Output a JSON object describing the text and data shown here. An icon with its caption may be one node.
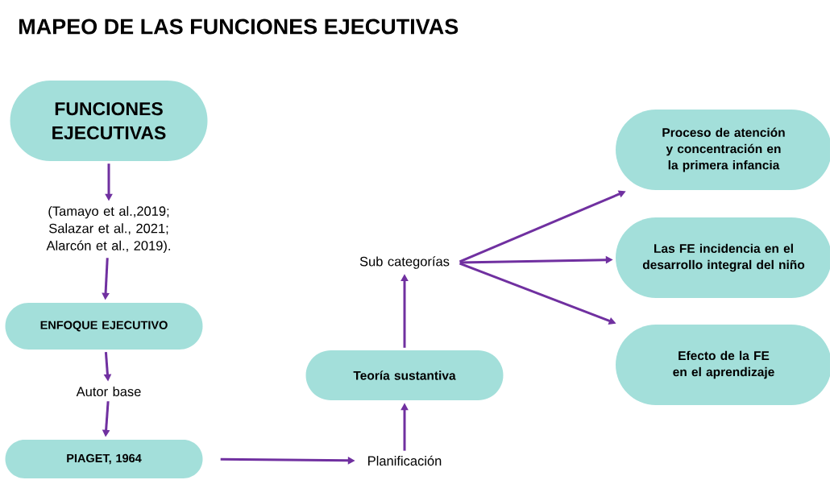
{
  "diagram": {
    "title": "MAPEO DE LAS FUNCIONES EJECUTIVAS",
    "nodes": [
      {
        "text": [
          "FUNCIONES EJECUTIVAS"
        ]
      },
      {
        "text": [
          "(Tamayo et al.,2019; Salazar et al., 2021; Alarcón et al., 2019)."
        ]
      },
      {
        "text": [
          "ENFOQUE EJECUTIVO"
        ]
      },
      {
        "text": [
          "Autor base"
        ]
      },
      {
        "text": [
          "PIAGET, 1964"
        ]
      },
      {
        "text": [
          "Planificación"
        ]
      },
      {
        "text": [
          "Teoría sustantiva"
        ]
      },
      {
        "text": [
          "Sub categorías"
        ]
      },
      {
        "text": [
          "Proceso de atención y concentración en la primera infancia"
        ]
      },
      {
        "text": [
          "Las FE incidencia en el desarrollo integral del niño"
        ]
      },
      {
        "text": [
          "Efecto de la FE en el aprendizaje"
        ]
      }
    ],
    "edges": [
      {
        "from": 0,
        "to": 1,
        "arrow": "to"
      },
      {
        "from": 1,
        "to": 2,
        "arrow": "to"
      },
      {
        "from": 2,
        "to": 3,
        "arrow": "to"
      },
      {
        "from": 3,
        "to": 4,
        "arrow": "to"
      },
      {
        "from": 4,
        "to": 5,
        "arrow": "to"
      },
      {
        "from": 5,
        "to": 6,
        "arrow": "to"
      },
      {
        "from": 6,
        "to": 7,
        "arrow": "to"
      },
      {
        "from": 7,
        "to": 8,
        "arrow": "to"
      },
      {
        "from": 7,
        "to": 9,
        "arrow": "to"
      },
      {
        "from": 7,
        "to": 10,
        "arrow": "to"
      }
    ]
  }
}
